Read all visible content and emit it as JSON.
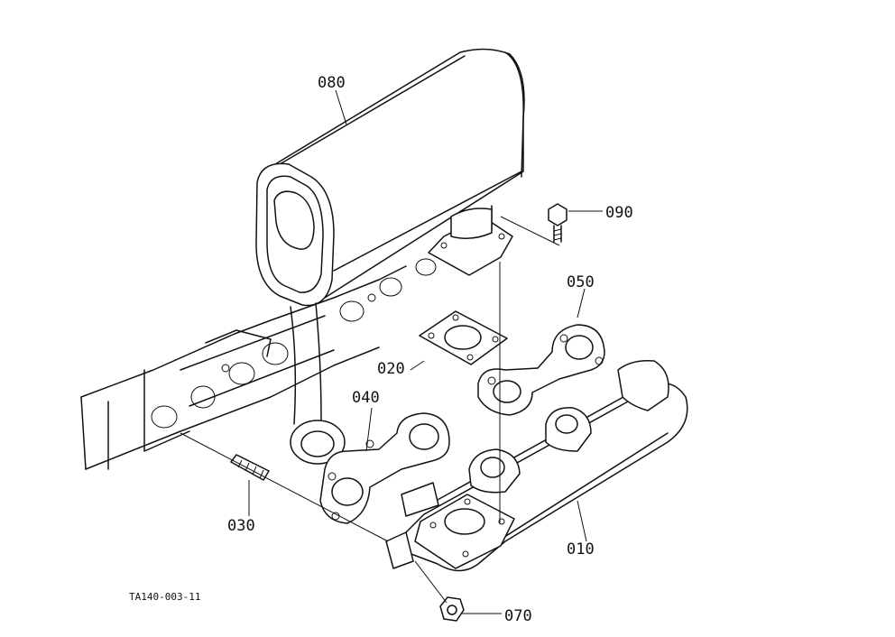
{
  "figure": {
    "ref_code": "TA140-003-11",
    "parts": [
      {
        "id": "010",
        "label": "010"
      },
      {
        "id": "020",
        "label": "020"
      },
      {
        "id": "030",
        "label": "030"
      },
      {
        "id": "040",
        "label": "040"
      },
      {
        "id": "050",
        "label": "050"
      },
      {
        "id": "070",
        "label": "070"
      },
      {
        "id": "080",
        "label": "080"
      },
      {
        "id": "090",
        "label": "090"
      }
    ]
  }
}
